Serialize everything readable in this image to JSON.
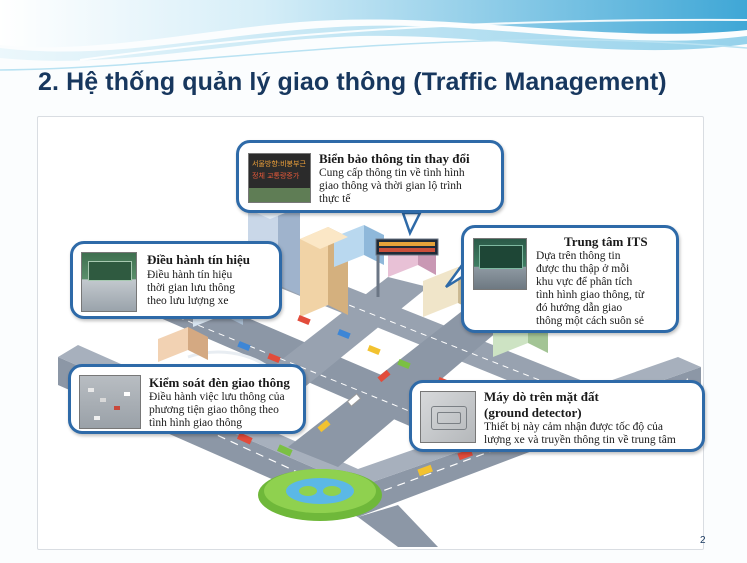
{
  "slide": {
    "title": "2. Hệ thống quản lý giao thông (Traffic Management)",
    "page_number": "2"
  },
  "callouts": {
    "vms": {
      "title": "Biển bảo thông tin thay đổi",
      "lines": [
        "Cung cấp thông tin về tình hình",
        "giao thông và thời gian lộ trình",
        "thực tế"
      ],
      "sign_lines": [
        "서울방향:비봉부근",
        "정체 교통량증가"
      ]
    },
    "signal": {
      "title": "Điều hành tín hiệu",
      "lines": [
        "Điều hành tín hiệu",
        "thời gian lưu thông",
        "theo lưu lượng xe"
      ]
    },
    "its": {
      "title": "Trung tâm ITS",
      "lines": [
        "Dựa trên thông tin",
        "được thu thập ở mỗi",
        "khu vực để phân tích",
        "tình hình giao thông, từ",
        "đó hướng dẫn giao",
        "thông một cách suôn sẻ"
      ]
    },
    "light": {
      "title": "Kiểm soát đèn giao thông",
      "lines": [
        "Điều hành việc lưu thông của",
        "phương tiện giao thông theo",
        "tình hình giao thông"
      ]
    },
    "detector": {
      "title_line1": "Máy dò trên mặt đất",
      "title_line2": "(ground detector)",
      "lines": [
        "Thiết bị này cảm nhận được tốc độ của",
        "lượng xe và truyền thông tin về trung tâm"
      ]
    }
  },
  "colors": {
    "title": "#17375e",
    "callout_border": "#2e6aa8",
    "road": "#8c97a6",
    "grass": "#8fd14f"
  },
  "icons": {
    "vms_thumb": "vms-sign-icon",
    "signal_thumb": "control-room-icon",
    "its_thumb": "its-center-icon",
    "light_thumb": "traffic-highway-icon",
    "detector_thumb": "road-sensor-icon"
  }
}
